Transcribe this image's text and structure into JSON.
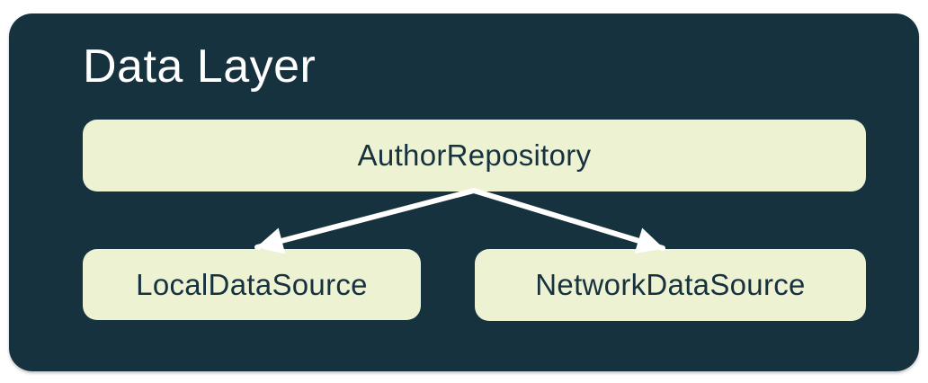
{
  "diagram": {
    "title": "Data Layer",
    "nodes": [
      {
        "id": "author-repository",
        "label": "AuthorRepository"
      },
      {
        "id": "local-data-source",
        "label": "LocalDataSource"
      },
      {
        "id": "network-data-source",
        "label": "NetworkDataSource"
      }
    ],
    "edges": [
      {
        "from": "AuthorRepository",
        "to": "LocalDataSource"
      },
      {
        "from": "AuthorRepository",
        "to": "NetworkDataSource"
      }
    ],
    "colors": {
      "container_bg": "#17323F",
      "node_bg": "#EDF2D3",
      "node_text": "#17323F",
      "title_text": "#FFFFFF",
      "arrow": "#FFFFFF",
      "page_bg": "#FFFFFF"
    }
  }
}
